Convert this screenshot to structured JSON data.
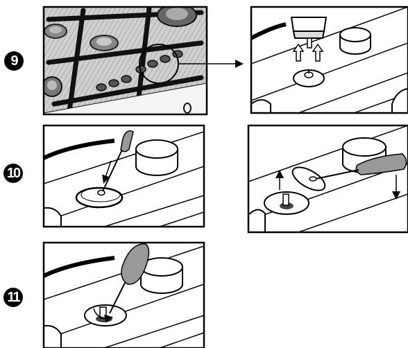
{
  "steps": [
    {
      "number": "9"
    },
    {
      "number": "10"
    },
    {
      "number": "11"
    }
  ]
}
